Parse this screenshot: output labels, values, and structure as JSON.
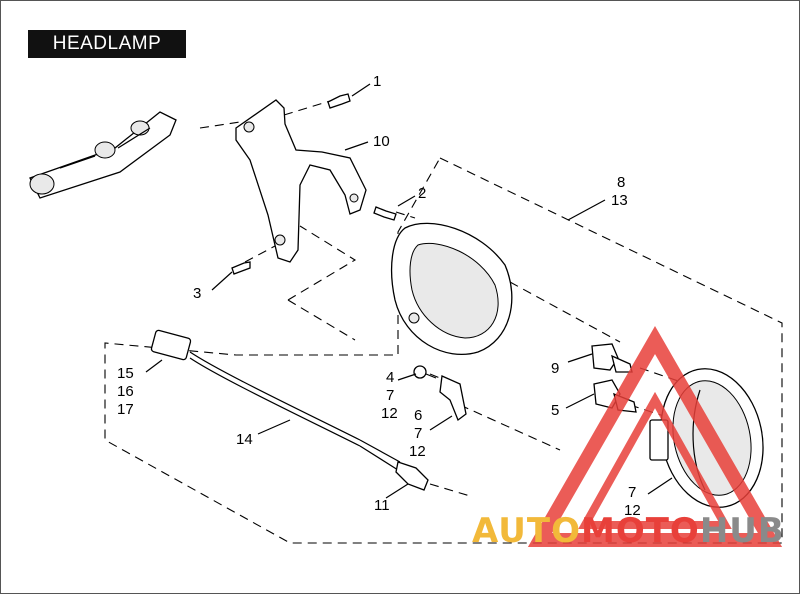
{
  "title": "HEADLAMP",
  "callouts": {
    "c1": "1",
    "c2": "2",
    "c3": "3",
    "c4": "4",
    "c4b": "7",
    "c4c": "12",
    "c5": "5",
    "c6": "6",
    "c6b": "7",
    "c6c": "12",
    "c7": "7",
    "c7b": "12",
    "c8": "8",
    "c8b": "13",
    "c9": "9",
    "c10": "10",
    "c11": "11",
    "c14": "14",
    "c15": "15",
    "c15b": "16",
    "c15c": "17"
  },
  "watermark": {
    "part_a": "AUTO",
    "part_b": "MOTO",
    "part_c": "HUB"
  },
  "colors": {
    "watermark_yellow": "#f2b93a",
    "watermark_red": "#e8403a",
    "watermark_gray": "#8a8a8a"
  }
}
